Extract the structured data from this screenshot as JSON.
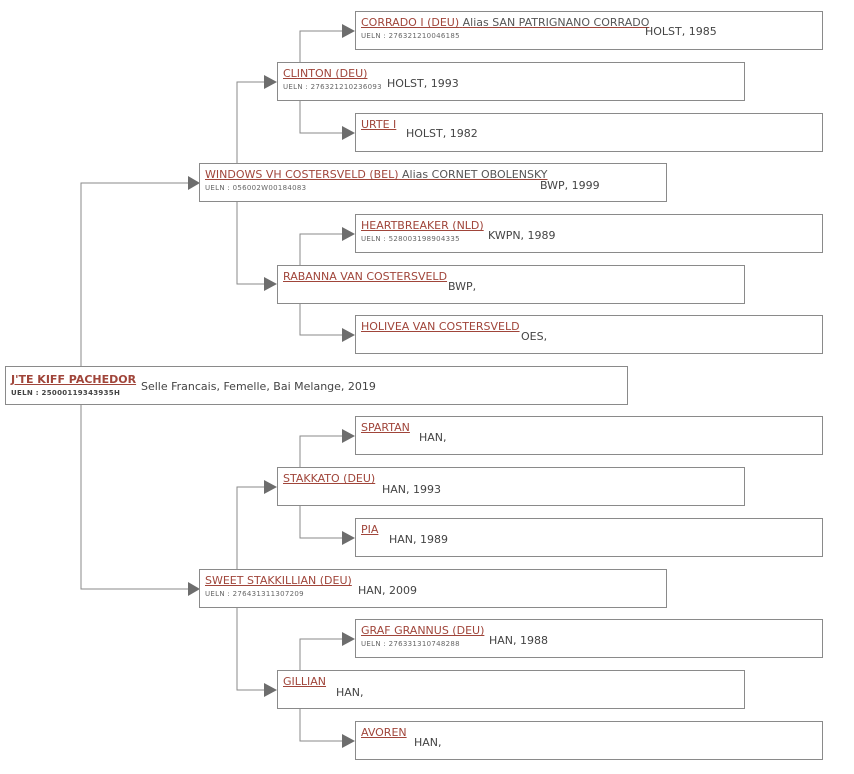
{
  "subject": {
    "name": "J'TE KIFF PACHEDOR",
    "ueln": "UELN : 25000119343935H",
    "info": "Selle Francais, Femelle, Bai Melange, 2019"
  },
  "sire": {
    "name": "WINDOWS VH COSTERSVELD (BEL)",
    "alias": "Alias CORNET OBOLENSKY",
    "ueln": "UELN : 056002W00184083",
    "info": "BWP, 1999"
  },
  "sire_sire": {
    "name": "CLINTON (DEU)",
    "ueln": "UELN : 276321210236093",
    "info": "HOLST, 1993"
  },
  "sire_sire_sire": {
    "name": "CORRADO I (DEU)",
    "alias": "Alias SAN PATRIGNANO CORRADO",
    "ueln": "UELN : 276321210046185",
    "info": "HOLST, 1985"
  },
  "sire_sire_dam": {
    "name": "URTE I",
    "info": "HOLST, 1982"
  },
  "sire_dam": {
    "name": "RABANNA VAN COSTERSVELD",
    "info": "BWP,"
  },
  "sire_dam_sire": {
    "name": "HEARTBREAKER (NLD)",
    "ueln": "UELN : 528003198904335",
    "info": "KWPN, 1989"
  },
  "sire_dam_dam": {
    "name": "HOLIVEA VAN COSTERSVELD",
    "info": "OES,"
  },
  "dam": {
    "name": "SWEET STAKKILLIAN (DEU)",
    "ueln": "UELN : 276431311307209",
    "info": "HAN, 2009"
  },
  "dam_sire": {
    "name": "STAKKATO (DEU)",
    "info": "HAN, 1993"
  },
  "dam_sire_sire": {
    "name": "SPARTAN",
    "info": "HAN,"
  },
  "dam_sire_dam": {
    "name": "PIA",
    "info": "HAN, 1989"
  },
  "dam_dam": {
    "name": "GILLIAN",
    "info": "HAN,"
  },
  "dam_dam_sire": {
    "name": "GRAF GRANNUS (DEU)",
    "ueln": "UELN : 276331310748288",
    "info": "HAN, 1988"
  },
  "dam_dam_dam": {
    "name": "AVOREN",
    "info": "HAN,"
  }
}
